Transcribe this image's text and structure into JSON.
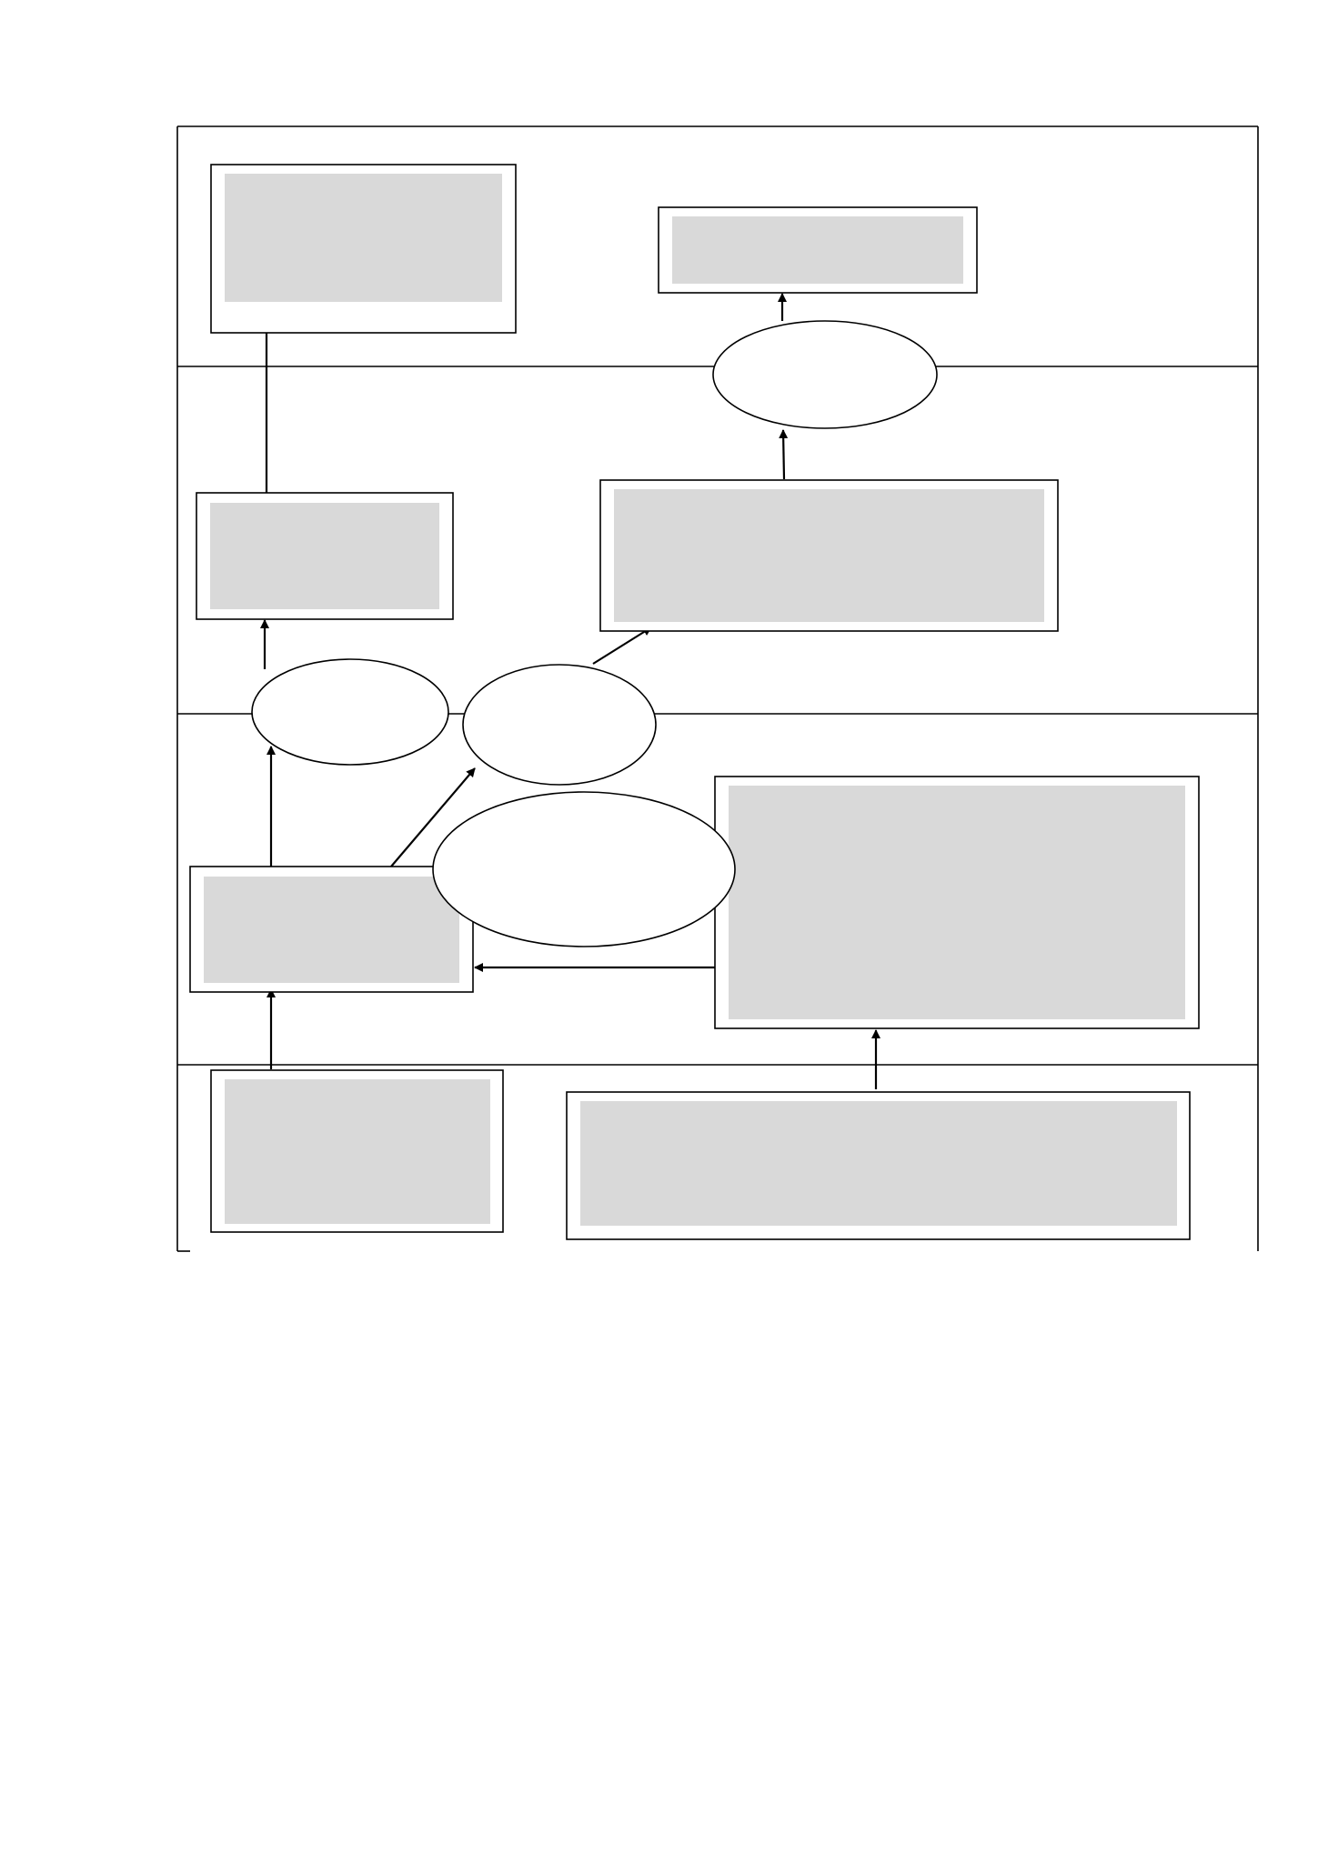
{
  "diagram": {
    "type": "flow-diagram",
    "layers": 4,
    "boxes": [
      {
        "id": "box-top-left",
        "text": ""
      },
      {
        "id": "box-top-right",
        "text": ""
      },
      {
        "id": "box-mid-left",
        "text": ""
      },
      {
        "id": "box-mid-right",
        "text": ""
      },
      {
        "id": "box-lower-left",
        "text": ""
      },
      {
        "id": "box-lower-right",
        "text": ""
      },
      {
        "id": "box-bottom-left",
        "text": ""
      },
      {
        "id": "box-bottom-right",
        "text": ""
      }
    ],
    "ellipses": [
      {
        "id": "ellipse-top",
        "text": ""
      },
      {
        "id": "ellipse-left",
        "text": ""
      },
      {
        "id": "ellipse-center",
        "text": ""
      },
      {
        "id": "ellipse-large",
        "text": ""
      }
    ],
    "colors": {
      "box_fill": "#d9d9d9",
      "line": "#000000",
      "background": "#ffffff"
    }
  }
}
